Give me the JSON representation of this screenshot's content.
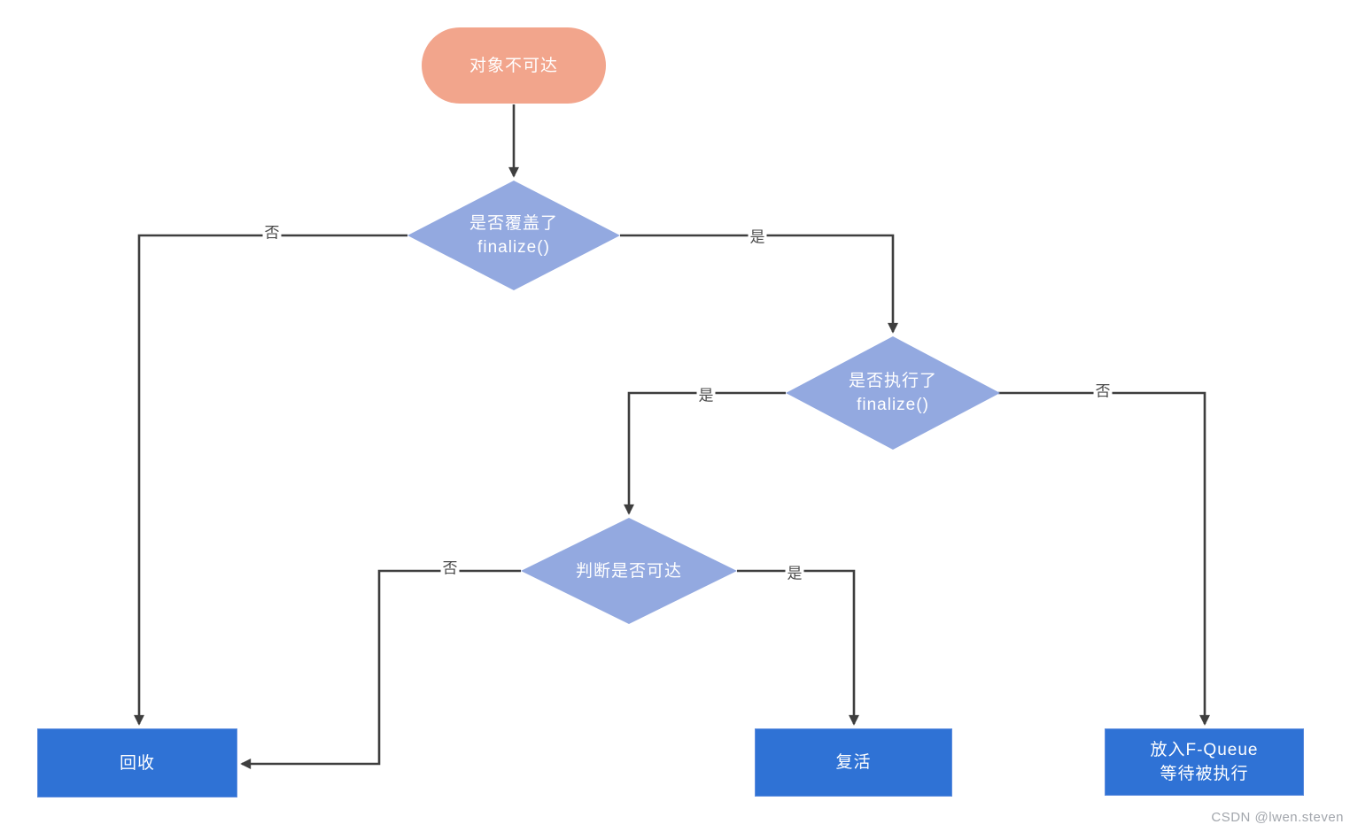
{
  "diagram": {
    "nodes": {
      "start": {
        "label": "对象不可达"
      },
      "d1": {
        "line1": "是否覆盖了",
        "line2": "finalize()"
      },
      "d2": {
        "line1": "是否执行了",
        "line2": "finalize()"
      },
      "d3": {
        "label": "判断是否可达"
      },
      "recycle": {
        "label": "回收"
      },
      "revive": {
        "label": "复活"
      },
      "fqueue": {
        "line1": "放入F-Queue",
        "line2": "等待被执行"
      }
    },
    "edge_labels": {
      "d1_no": "否",
      "d1_yes": "是",
      "d2_yes": "是",
      "d2_no": "否",
      "d3_no": "否",
      "d3_yes": "是"
    },
    "colors": {
      "start_fill": "#F2A58C",
      "diamond_fill": "#93A9E0",
      "box_fill": "#2F72D5",
      "box_border": "#5D8CDE",
      "line": "#3E3E3E",
      "label_text": "#4B4B4B",
      "node_text": "#FFFFFF",
      "watermark": "#A2A6AC"
    },
    "watermark": "CSDN @lwen.steven"
  }
}
